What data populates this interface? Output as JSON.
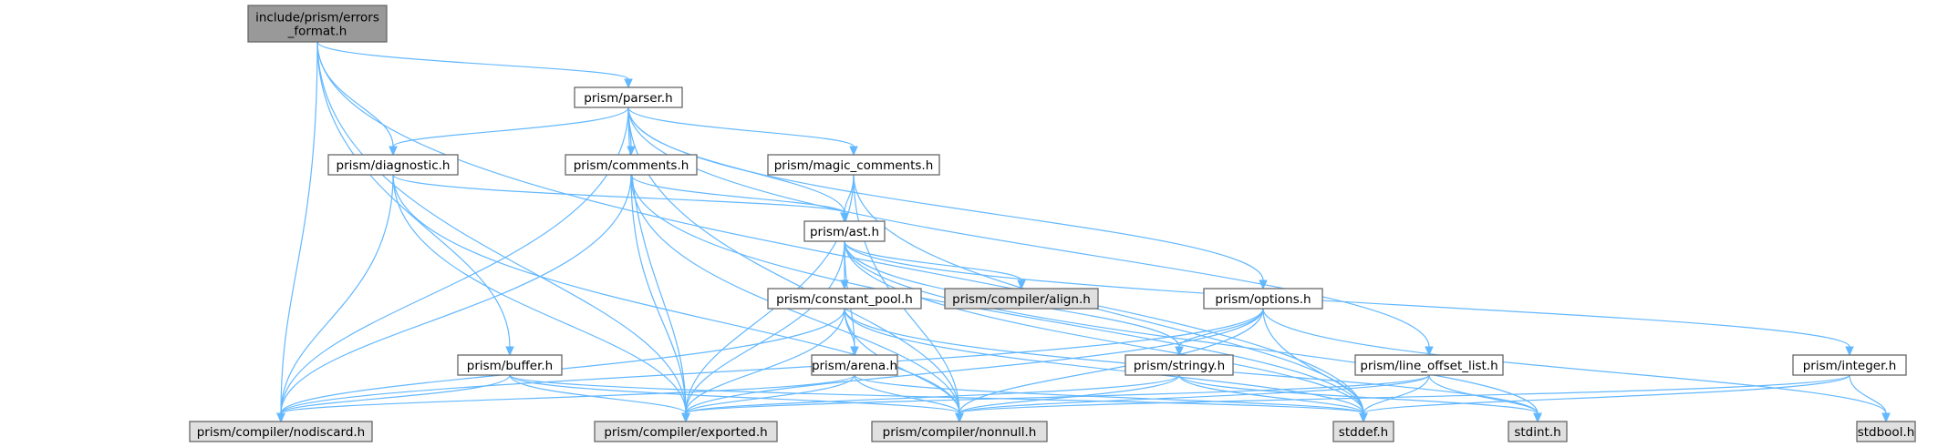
{
  "colors": {
    "root_fill": "#999999",
    "node_fill": "#ffffff",
    "external_fill": "#e0e0e0",
    "edge": "#63b8ff"
  },
  "nodes": [
    {
      "id": "root",
      "lines": [
        "include/prism/errors",
        "_format.h"
      ],
      "kind": "root"
    },
    {
      "id": "parser",
      "lines": [
        "prism/parser.h"
      ],
      "kind": "local"
    },
    {
      "id": "diagnostic",
      "lines": [
        "prism/diagnostic.h"
      ],
      "kind": "local"
    },
    {
      "id": "comments",
      "lines": [
        "prism/comments.h"
      ],
      "kind": "local"
    },
    {
      "id": "magic_comments",
      "lines": [
        "prism/magic_comments.h"
      ],
      "kind": "local"
    },
    {
      "id": "ast",
      "lines": [
        "prism/ast.h"
      ],
      "kind": "local"
    },
    {
      "id": "constant_pool",
      "lines": [
        "prism/constant_pool.h"
      ],
      "kind": "local"
    },
    {
      "id": "align",
      "lines": [
        "prism/compiler/align.h"
      ],
      "kind": "external"
    },
    {
      "id": "options",
      "lines": [
        "prism/options.h"
      ],
      "kind": "local"
    },
    {
      "id": "buffer",
      "lines": [
        "prism/buffer.h"
      ],
      "kind": "local"
    },
    {
      "id": "arena",
      "lines": [
        "prism/arena.h"
      ],
      "kind": "local"
    },
    {
      "id": "stringy",
      "lines": [
        "prism/stringy.h"
      ],
      "kind": "local"
    },
    {
      "id": "line_offset_list",
      "lines": [
        "prism/line_offset_list.h"
      ],
      "kind": "local"
    },
    {
      "id": "integer",
      "lines": [
        "prism/integer.h"
      ],
      "kind": "local"
    },
    {
      "id": "nodiscard",
      "lines": [
        "prism/compiler/nodiscard.h"
      ],
      "kind": "external"
    },
    {
      "id": "exported",
      "lines": [
        "prism/compiler/exported.h"
      ],
      "kind": "external"
    },
    {
      "id": "nonnull",
      "lines": [
        "prism/compiler/nonnull.h"
      ],
      "kind": "external"
    },
    {
      "id": "stddef",
      "lines": [
        "stddef.h"
      ],
      "kind": "external"
    },
    {
      "id": "stdint",
      "lines": [
        "stdint.h"
      ],
      "kind": "external"
    },
    {
      "id": "stdbool",
      "lines": [
        "stdbool.h"
      ],
      "kind": "external"
    }
  ],
  "edges": [
    [
      "root",
      "parser"
    ],
    [
      "root",
      "diagnostic"
    ],
    [
      "root",
      "buffer"
    ],
    [
      "root",
      "nodiscard"
    ],
    [
      "root",
      "exported"
    ],
    [
      "root",
      "stddef"
    ],
    [
      "parser",
      "diagnostic"
    ],
    [
      "parser",
      "comments"
    ],
    [
      "parser",
      "magic_comments"
    ],
    [
      "parser",
      "ast"
    ],
    [
      "parser",
      "options"
    ],
    [
      "parser",
      "line_offset_list"
    ],
    [
      "parser",
      "nodiscard"
    ],
    [
      "parser",
      "exported"
    ],
    [
      "parser",
      "nonnull"
    ],
    [
      "diagnostic",
      "ast"
    ],
    [
      "diagnostic",
      "nodiscard"
    ],
    [
      "diagnostic",
      "exported"
    ],
    [
      "diagnostic",
      "nonnull"
    ],
    [
      "comments",
      "ast"
    ],
    [
      "comments",
      "nodiscard"
    ],
    [
      "comments",
      "exported"
    ],
    [
      "comments",
      "nonnull"
    ],
    [
      "comments",
      "stddef"
    ],
    [
      "magic_comments",
      "ast"
    ],
    [
      "magic_comments",
      "exported"
    ],
    [
      "magic_comments",
      "nonnull"
    ],
    [
      "magic_comments",
      "stddef"
    ],
    [
      "ast",
      "constant_pool"
    ],
    [
      "ast",
      "align"
    ],
    [
      "ast",
      "arena"
    ],
    [
      "ast",
      "stringy"
    ],
    [
      "ast",
      "integer"
    ],
    [
      "ast",
      "exported"
    ],
    [
      "ast",
      "stddef"
    ],
    [
      "ast",
      "stdint"
    ],
    [
      "constant_pool",
      "arena"
    ],
    [
      "constant_pool",
      "nodiscard"
    ],
    [
      "constant_pool",
      "exported"
    ],
    [
      "constant_pool",
      "nonnull"
    ],
    [
      "constant_pool",
      "stddef"
    ],
    [
      "constant_pool",
      "stdint"
    ],
    [
      "options",
      "stringy"
    ],
    [
      "options",
      "nodiscard"
    ],
    [
      "options",
      "exported"
    ],
    [
      "options",
      "nonnull"
    ],
    [
      "options",
      "stddef"
    ],
    [
      "options",
      "stdbool"
    ],
    [
      "buffer",
      "nodiscard"
    ],
    [
      "buffer",
      "exported"
    ],
    [
      "buffer",
      "nonnull"
    ],
    [
      "buffer",
      "stddef"
    ],
    [
      "arena",
      "nodiscard"
    ],
    [
      "arena",
      "exported"
    ],
    [
      "arena",
      "nonnull"
    ],
    [
      "arena",
      "stddef"
    ],
    [
      "stringy",
      "exported"
    ],
    [
      "stringy",
      "nonnull"
    ],
    [
      "stringy",
      "stddef"
    ],
    [
      "stringy",
      "stdint"
    ],
    [
      "line_offset_list",
      "exported"
    ],
    [
      "line_offset_list",
      "nonnull"
    ],
    [
      "line_offset_list",
      "stddef"
    ],
    [
      "line_offset_list",
      "stdint"
    ],
    [
      "integer",
      "nonnull"
    ],
    [
      "integer",
      "stddef"
    ],
    [
      "integer",
      "stdbool"
    ]
  ]
}
